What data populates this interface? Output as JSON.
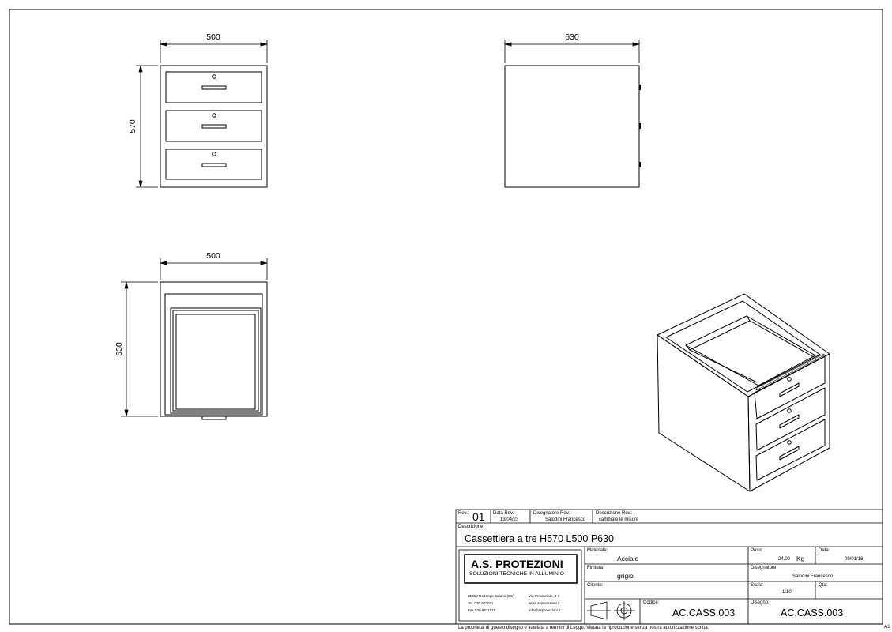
{
  "views": {
    "front": {
      "width_label": "500",
      "height_label": "570"
    },
    "side": {
      "depth_label": "630"
    },
    "top": {
      "width_label": "500",
      "depth_label": "630"
    }
  },
  "title_block": {
    "rev_label": "Rev.:",
    "rev_value": "01",
    "rev_date_label": "Data Rev.:",
    "rev_date_value": "13/04/23",
    "rev_designer_label": "Disegnatore Rev.:",
    "rev_designer_value": "Salodini Francesco",
    "rev_desc_label": "Descrizione Rev.:",
    "rev_desc_value": "cambiate le misure",
    "description_label": "Descrizione:",
    "description_value": "Cassettiera a tre H570 L500 P630",
    "company_name": "A.S. PROTEZIONI",
    "company_tagline": "SOLUZIONI TECNICHE IN ALLUMINIO",
    "company_city": "25050 Rodengo Saiano (BS)",
    "company_street": "Via Provinciale, 3 I",
    "company_tel": "Tel.  030 610011",
    "company_web": "www.asprotezioni.it",
    "company_fax": "Fax  030 6811915",
    "company_email": "info@asprotezioni.it",
    "material_label": "Materiale:",
    "material_value": "Acciaio",
    "finish_label": "Finitura:",
    "finish_value": "grigio",
    "client_label": "Cliente:",
    "client_value": "",
    "code_label": "Codice:",
    "code_value": "AC.CASS.003",
    "weight_label": "Peso:",
    "weight_value": "24,00",
    "weight_unit": "Kg",
    "date_label": "Data:",
    "date_value": "09/01/16",
    "designer_label": "Disegnatore:",
    "designer_value": "Salodini Francesco",
    "scale_label": "Scala:",
    "scale_value": "1:10",
    "qty_label": "Qta:",
    "qty_value": "",
    "drawing_label": "Disegno:",
    "drawing_value": "AC.CASS.003",
    "footer_note": "La proprieta' di questo disegno e' tutelata a termini di Legge.  Vietata la riproduzione senza nostra autorizzazione scritta.",
    "sheet_size": "A3"
  }
}
